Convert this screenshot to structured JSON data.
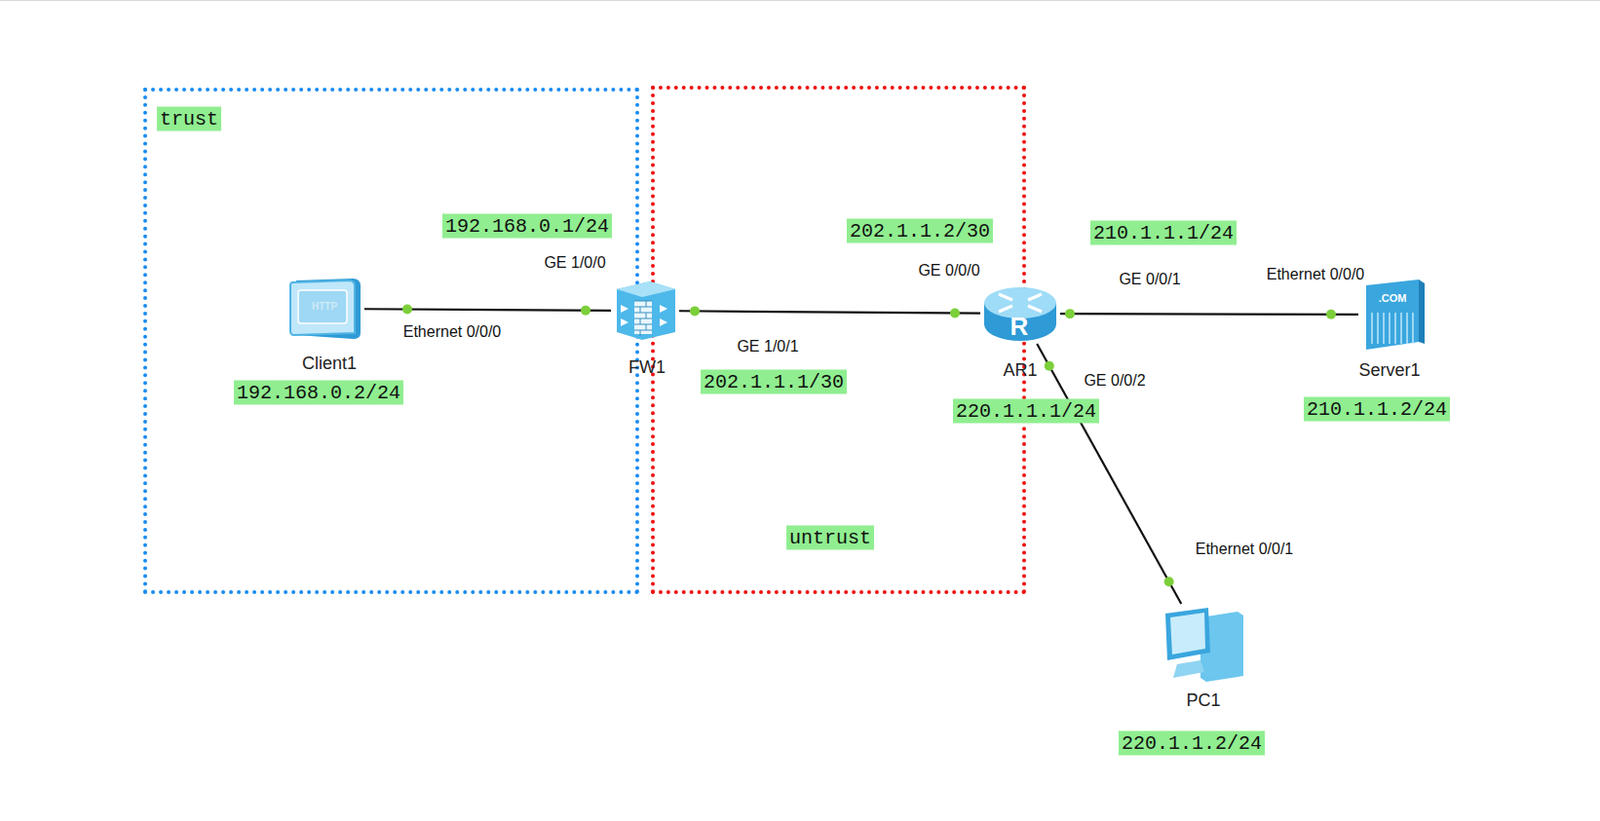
{
  "diagram": {
    "nodes": [
      {
        "text": [
          "trust"
        ]
      },
      {
        "text": [
          "untrust"
        ]
      },
      {
        "text": [
          "HTTP",
          "Client1",
          "192.168.0.2/24"
        ],
        "in": 0
      },
      {
        "text": [
          "FW1"
        ]
      },
      {
        "text": [
          "R",
          "AR1"
        ]
      },
      {
        "text": [
          ".COM",
          "Server1",
          "210.1.1.2/24"
        ]
      },
      {
        "text": [
          "PC1",
          "220.1.1.2/24"
        ]
      }
    ],
    "edges": [
      {
        "from": 2,
        "to": 3,
        "arrow": "none"
      },
      {
        "from": 3,
        "to": 4,
        "arrow": "none"
      },
      {
        "from": 4,
        "to": 5,
        "arrow": "none"
      },
      {
        "from": 4,
        "to": 6,
        "arrow": "none"
      }
    ],
    "labels": [
      "192.168.0.1/24",
      "GE 1/0/0",
      "Ethernet 0/0/0",
      "GE 1/0/1",
      "202.1.1.1/30",
      "202.1.1.2/30",
      "GE 0/0/0",
      "210.1.1.1/24",
      "GE 0/0/1",
      "Ethernet 0/0/0",
      "GE 0/0/2",
      "220.1.1.1/24",
      "Ethernet 0/0/1"
    ]
  }
}
